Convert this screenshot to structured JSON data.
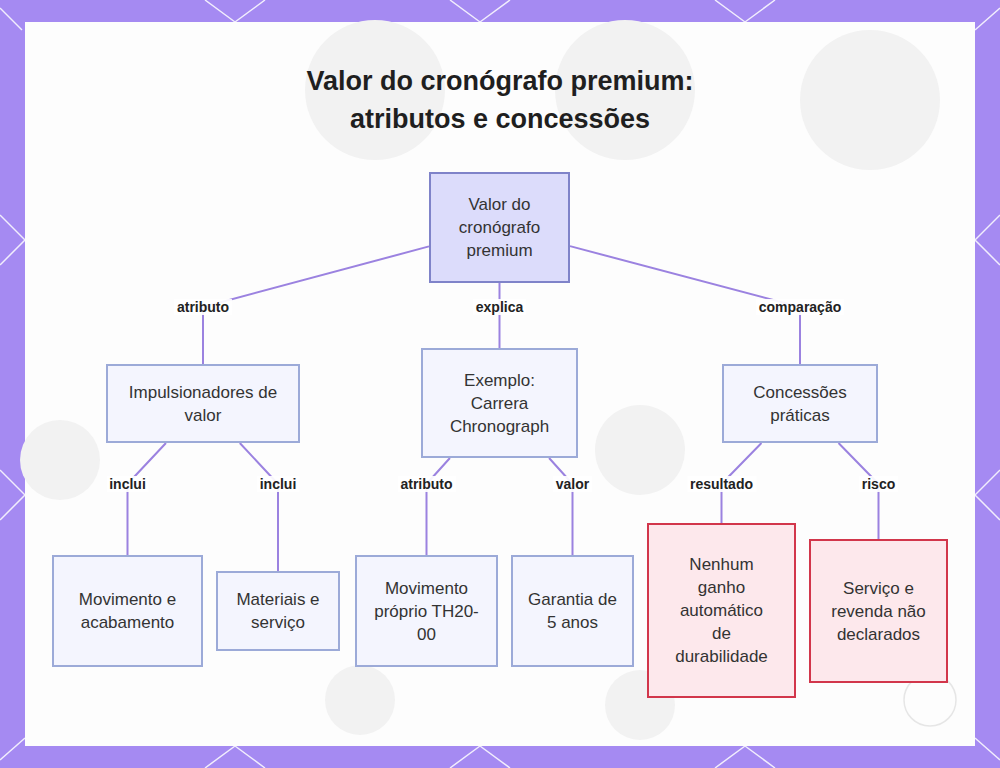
{
  "diagram": {
    "title": "Valor do cronógrafo premium: atributos e concessões",
    "nodes": [
      {
        "text": [
          "Valor do cronógrafo premium"
        ]
      },
      {
        "text": [
          "Impulsionadores de valor"
        ]
      },
      {
        "text": [
          "Exemplo: Carrera Chronograph"
        ]
      },
      {
        "text": [
          "Concessões práticas"
        ]
      },
      {
        "text": [
          "Movimento e acabamento"
        ]
      },
      {
        "text": [
          "Materiais e serviço"
        ]
      },
      {
        "text": [
          "Movimento próprio TH20-00"
        ]
      },
      {
        "text": [
          "Garantia de 5 anos"
        ]
      },
      {
        "text": [
          "Nenhum ganho automático de durabilidade"
        ]
      },
      {
        "text": [
          "Serviço e revenda não declarados"
        ]
      }
    ],
    "edges": [
      {
        "from": 0,
        "to": 1,
        "label": "atributo",
        "arrow": "none"
      },
      {
        "from": 0,
        "to": 2,
        "label": "explica",
        "arrow": "none"
      },
      {
        "from": 0,
        "to": 3,
        "label": "comparação",
        "arrow": "none"
      },
      {
        "from": 1,
        "to": 4,
        "label": "inclui",
        "arrow": "none"
      },
      {
        "from": 1,
        "to": 5,
        "label": "inclui",
        "arrow": "none"
      },
      {
        "from": 2,
        "to": 6,
        "label": "atributo",
        "arrow": "none"
      },
      {
        "from": 2,
        "to": 7,
        "label": "valor",
        "arrow": "none"
      },
      {
        "from": 3,
        "to": 8,
        "label": "resultado",
        "arrow": "none"
      },
      {
        "from": 3,
        "to": 9,
        "label": "risco",
        "arrow": "none"
      }
    ]
  }
}
